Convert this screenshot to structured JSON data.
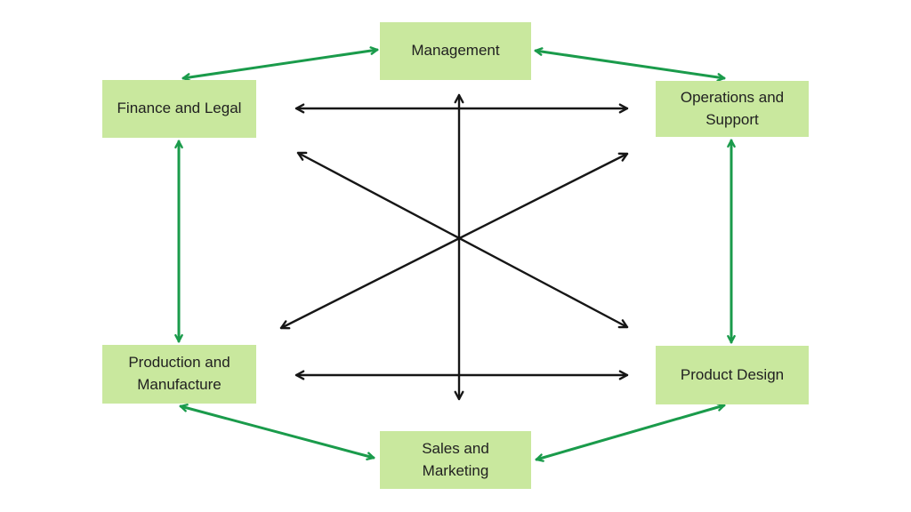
{
  "diagram": {
    "type": "hexagonal-relationship-diagram",
    "nodes": [
      {
        "id": "management",
        "label": "Management"
      },
      {
        "id": "finance-legal",
        "label": "Finance and Legal"
      },
      {
        "id": "operations-support",
        "label": "Operations and\nSupport"
      },
      {
        "id": "production-manufacture",
        "label": "Production and\nManufacture"
      },
      {
        "id": "product-design",
        "label": "Product Design"
      },
      {
        "id": "sales-marketing",
        "label": "Sales and\nMarketing"
      }
    ],
    "edges": [
      {
        "from": "Management",
        "to": "Finance and Legal",
        "style": "green",
        "bidirectional": true
      },
      {
        "from": "Management",
        "to": "Operations and Support",
        "style": "green",
        "bidirectional": true
      },
      {
        "from": "Finance and Legal",
        "to": "Production and Manufacture",
        "style": "green",
        "bidirectional": true
      },
      {
        "from": "Operations and Support",
        "to": "Product Design",
        "style": "green",
        "bidirectional": true
      },
      {
        "from": "Production and Manufacture",
        "to": "Sales and Marketing",
        "style": "green",
        "bidirectional": true
      },
      {
        "from": "Sales and Marketing",
        "to": "Product Design",
        "style": "green",
        "bidirectional": true
      },
      {
        "from": "Management",
        "to": "Sales and Marketing",
        "style": "black",
        "bidirectional": true
      },
      {
        "from": "Finance and Legal",
        "to": "Operations and Support",
        "style": "black",
        "bidirectional": true
      },
      {
        "from": "Production and Manufacture",
        "to": "Product Design",
        "style": "black",
        "bidirectional": true
      },
      {
        "from": "Finance and Legal",
        "to": "Product Design",
        "style": "black",
        "bidirectional": true
      },
      {
        "from": "Production and Manufacture",
        "to": "Operations and Support",
        "style": "black",
        "bidirectional": true
      }
    ]
  },
  "colors": {
    "background": "#ffffff",
    "node_fill": "#c9e89e",
    "node_text": "#212121",
    "green_edge": "#1a9b4b",
    "black_edge": "#161616"
  }
}
